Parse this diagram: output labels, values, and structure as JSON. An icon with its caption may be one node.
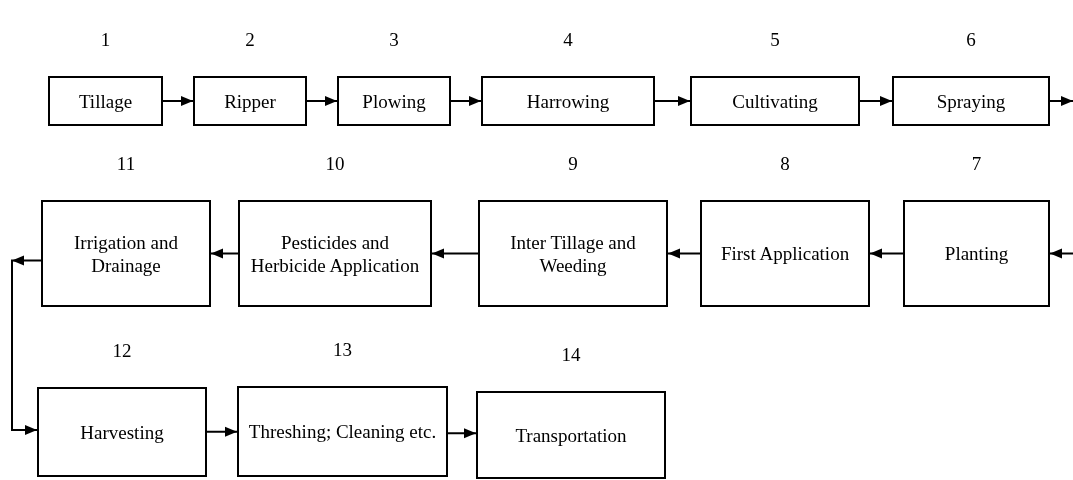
{
  "diagram": {
    "nodes": [
      {
        "text": [
          "Tillage"
        ],
        "beside": [
          "1"
        ]
      },
      {
        "text": [
          "Ripper"
        ],
        "beside": [
          "2"
        ]
      },
      {
        "text": [
          "Plowing"
        ],
        "beside": [
          "3"
        ]
      },
      {
        "text": [
          "Harrowing"
        ],
        "beside": [
          "4"
        ]
      },
      {
        "text": [
          "Cultivating"
        ],
        "beside": [
          "5"
        ]
      },
      {
        "text": [
          "Spraying"
        ],
        "beside": [
          "6"
        ]
      },
      {
        "text": [
          "Planting"
        ],
        "beside": [
          "7"
        ]
      },
      {
        "text": [
          "First Application"
        ],
        "beside": [
          "8"
        ]
      },
      {
        "text": [
          "Inter Tillage and Weeding"
        ],
        "beside": [
          "9"
        ]
      },
      {
        "text": [
          "Pesticides and Herbicide Application"
        ],
        "beside": [
          "10"
        ]
      },
      {
        "text": [
          "Irrigation and Drainage"
        ],
        "beside": [
          "11"
        ]
      },
      {
        "text": [
          "Harvesting"
        ],
        "beside": [
          "12"
        ]
      },
      {
        "text": [
          "Threshing; Cleaning etc."
        ],
        "beside": [
          "13"
        ]
      },
      {
        "text": [
          "Transportation"
        ],
        "beside": [
          "14"
        ]
      }
    ],
    "edges": [
      {
        "from": 0,
        "to": 1,
        "arrow": "to"
      },
      {
        "from": 1,
        "to": 2,
        "arrow": "to"
      },
      {
        "from": 2,
        "to": 3,
        "arrow": "to"
      },
      {
        "from": 3,
        "to": 4,
        "arrow": "to"
      },
      {
        "from": 4,
        "to": 5,
        "arrow": "to"
      },
      {
        "from": 5,
        "to": null,
        "arrow": "to"
      },
      {
        "from": null,
        "to": 6,
        "arrow": "to"
      },
      {
        "from": 6,
        "to": 7,
        "arrow": "to"
      },
      {
        "from": 7,
        "to": 8,
        "arrow": "to"
      },
      {
        "from": 8,
        "to": 9,
        "arrow": "to"
      },
      {
        "from": 9,
        "to": 10,
        "arrow": "to"
      },
      {
        "from": 10,
        "to": 11,
        "arrow": "to"
      },
      {
        "from": 11,
        "to": 12,
        "arrow": "to"
      },
      {
        "from": 12,
        "to": 13,
        "arrow": "to"
      }
    ]
  }
}
